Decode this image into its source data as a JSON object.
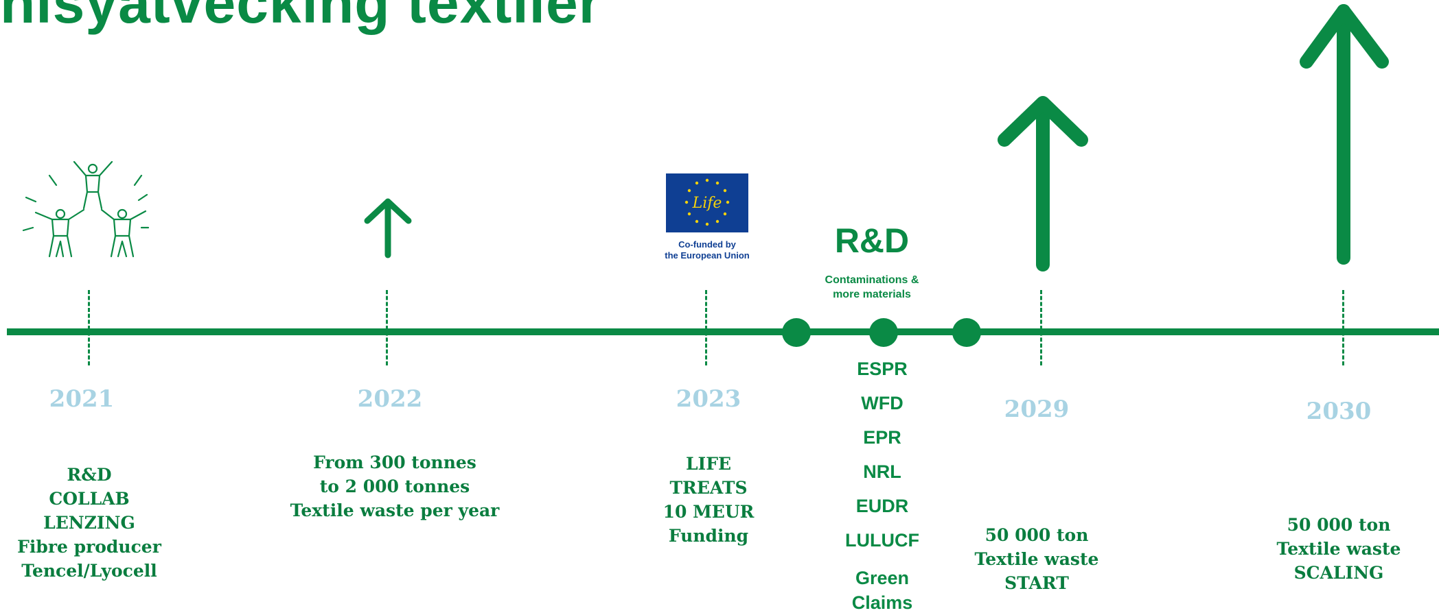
{
  "title": "nlsyatvecking textiler",
  "colors": {
    "green": "#0a8a45",
    "year": "#a8d3e3",
    "eu_blue": "#0f3f93",
    "eu_star": "#f5d20b"
  },
  "milestones": [
    {
      "year": "2021",
      "lines": [
        "R&D",
        "COLLAB",
        "LENZING",
        "Fibre producer",
        "Tencel/Lyocell"
      ],
      "icon": "people-pyramid-icon"
    },
    {
      "year": "2022",
      "lines": [
        "From 300 tonnes",
        "to 2 000 tonnes",
        "Textile waste per year"
      ],
      "icon": "small-up-arrow-icon"
    },
    {
      "year": "2023",
      "lines": [
        "LIFE",
        "TREATS",
        "10 MEUR",
        "Funding"
      ],
      "icon": "eu-life-logo-icon"
    },
    {
      "year": "2029",
      "lines": [
        "50 000 ton",
        "Textile waste",
        "START"
      ],
      "icon": "medium-up-arrow-icon"
    },
    {
      "year": "2030",
      "lines": [
        "50 000 ton",
        "Textile waste",
        "SCALING"
      ],
      "icon": "large-up-arrow-icon"
    }
  ],
  "eu_logo": {
    "life_text": "Life",
    "caption_line1": "Co-funded by",
    "caption_line2": "the European Union"
  },
  "rd": {
    "title": "R&D",
    "subtitle_line1": "Contaminations &",
    "subtitle_line2": "more materials"
  },
  "regulations": [
    "ESPR",
    "WFD",
    "EPR",
    "NRL",
    "EUDR",
    "LULUCF"
  ],
  "regulation_multiline": [
    "Green",
    "Claims"
  ]
}
